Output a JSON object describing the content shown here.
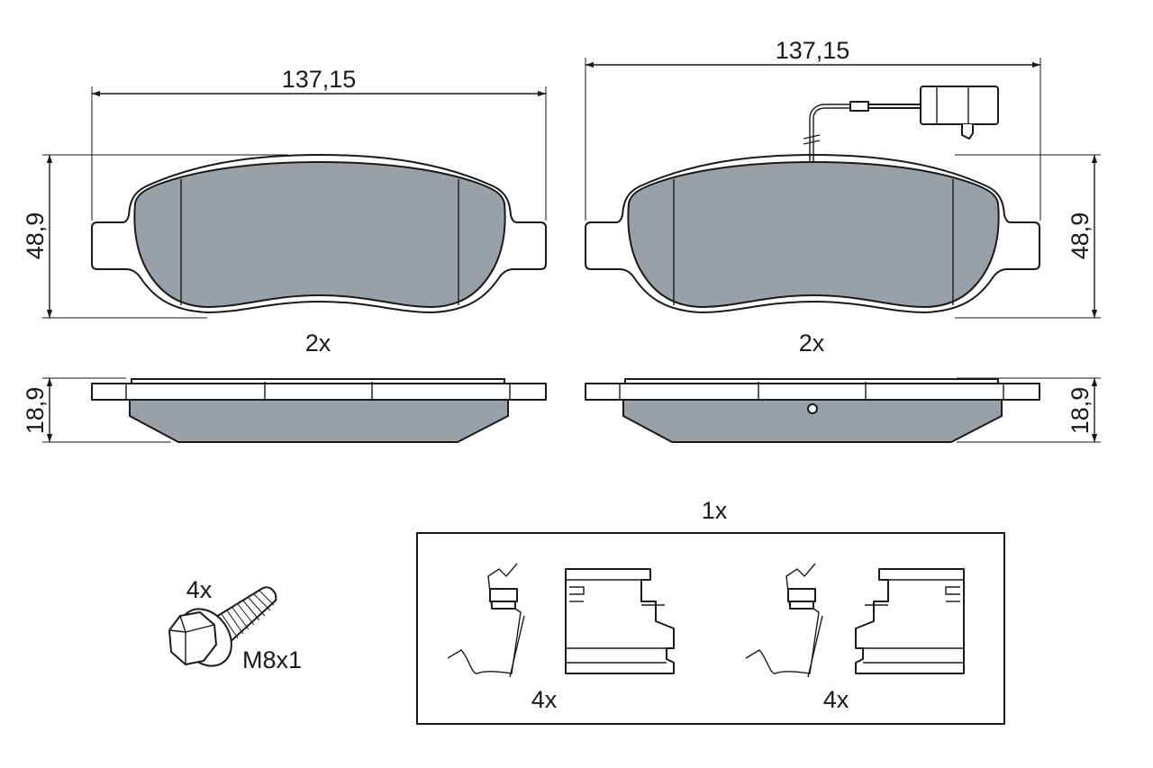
{
  "colors": {
    "friction_material": "#9aa0a8",
    "line": "#1a1a1a",
    "background": "#ffffff"
  },
  "pad_left": {
    "width_label": "137,15",
    "height_label": "48,9",
    "quantity_label": "2x",
    "thickness_label": "18,9"
  },
  "pad_right": {
    "width_label": "137,15",
    "height_label": "48,9",
    "quantity_label": "2x",
    "thickness_label": "18,9"
  },
  "bolt": {
    "quantity_label": "4x",
    "thread_label": "M8x1"
  },
  "accessory_kit": {
    "quantity_label": "1x",
    "left_group_quantity": "4x",
    "right_group_quantity": "4x"
  }
}
